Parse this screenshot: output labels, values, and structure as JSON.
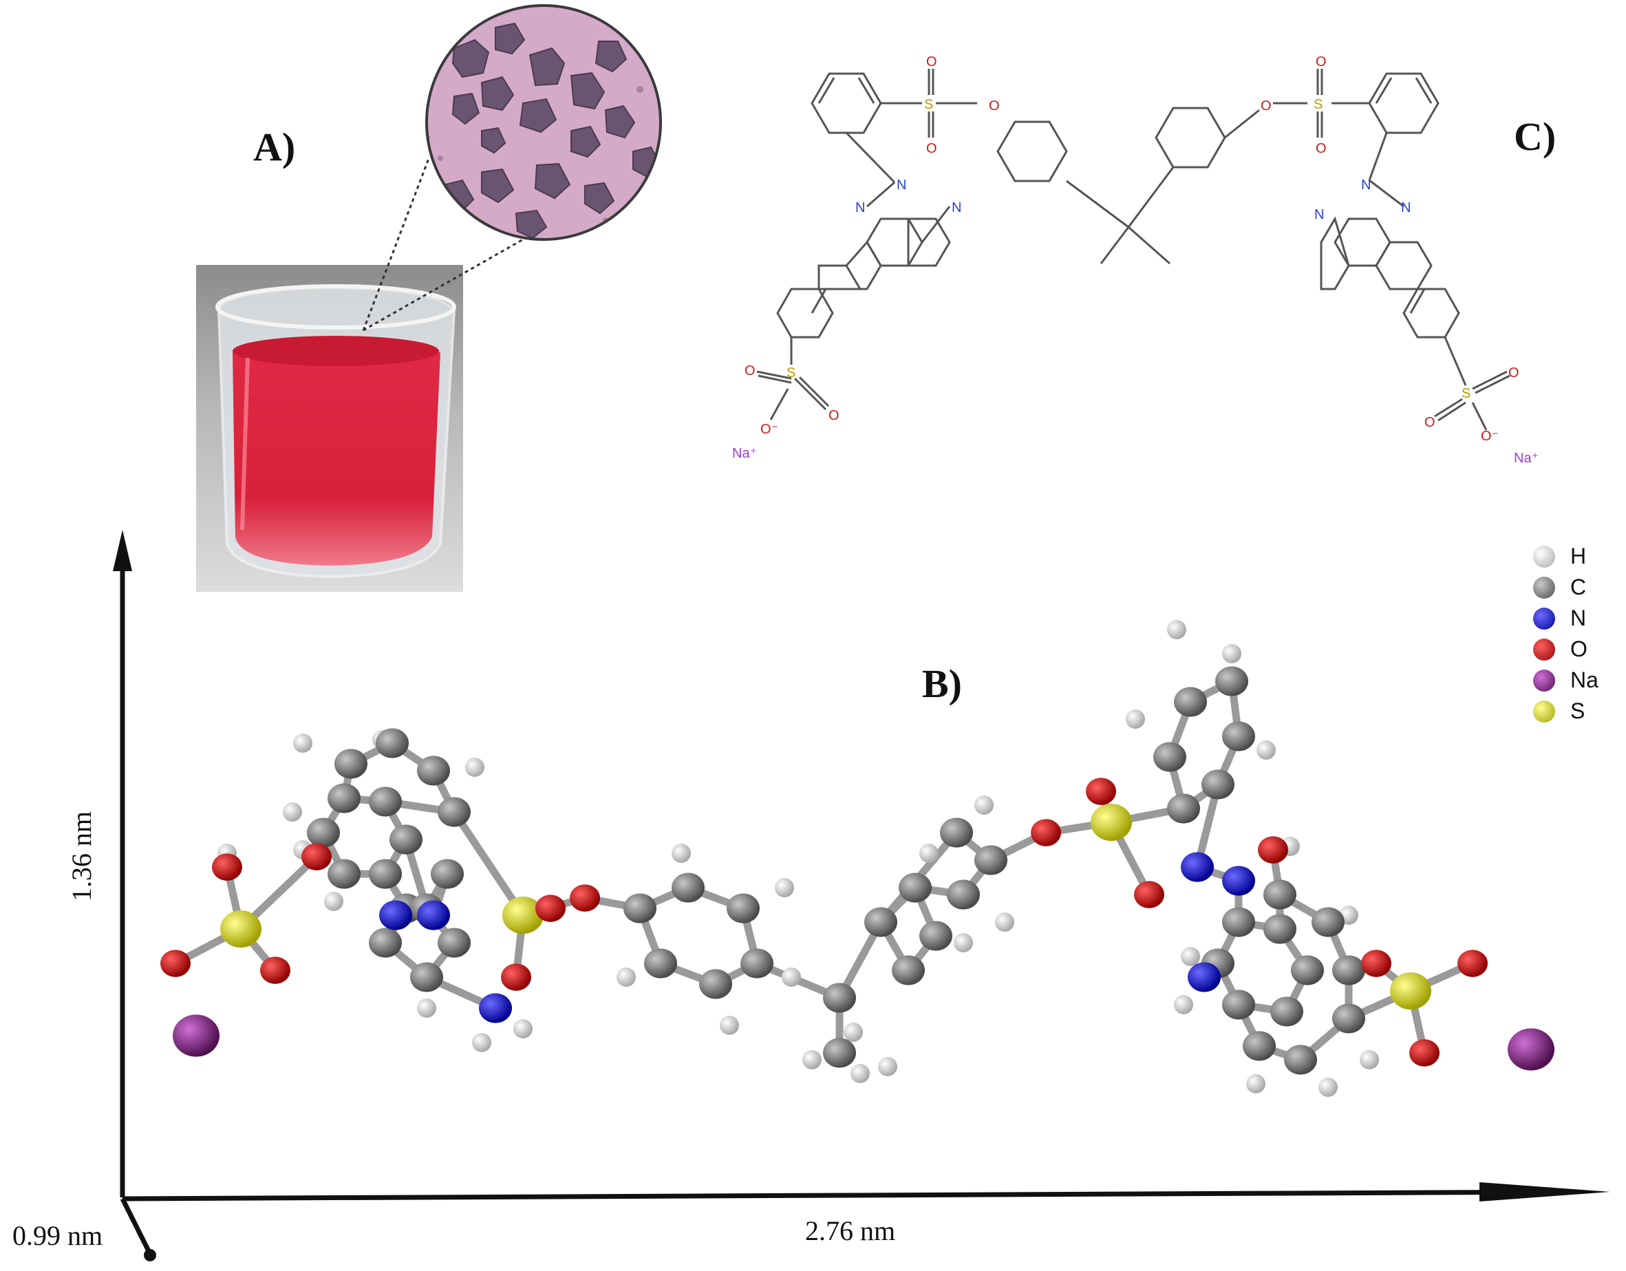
{
  "panels": {
    "a": "A)",
    "b": "B)",
    "c": "C)"
  },
  "dimensions": {
    "x": "2.76 nm",
    "y": "1.36 nm",
    "z": "0.99 nm"
  },
  "legend": [
    {
      "label": "H",
      "color": "#e6e6e6"
    },
    {
      "label": "C",
      "color": "#707070"
    },
    {
      "label": "N",
      "color": "#1010d0"
    },
    {
      "label": "O",
      "color": "#d40000"
    },
    {
      "label": "Na",
      "color": "#8a1a8e"
    },
    {
      "label": "S",
      "color": "#e6e60a"
    }
  ],
  "structure_labels": {
    "nitrogen": "N",
    "oxygen": "O",
    "sulfur": "S",
    "oxide": "O⁻",
    "sodium": "Na⁺"
  },
  "colors": {
    "solution": "#d8203a",
    "crystal_bg": "#c9a0c0",
    "crystal": "#6a5570",
    "bond": "#555555",
    "nitrogen_text": "#2a3fcf",
    "oxygen_text": "#d01818",
    "sulfur_text": "#b89a00",
    "sodium_text": "#9a3fd0"
  }
}
